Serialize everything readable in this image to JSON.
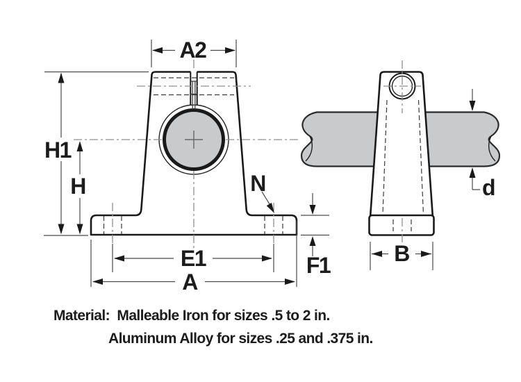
{
  "drawing": {
    "dimension_labels": {
      "a2": "A2",
      "h1": "H1",
      "h": "H",
      "n": "N",
      "e1": "E1",
      "a": "A",
      "f1": "F1",
      "b": "B",
      "d": "d"
    },
    "material_note": {
      "line1": "Material:  Malleable Iron for sizes .5 to 2 in.",
      "line2": "Aluminum Alloy for sizes .25 and .375 in."
    },
    "colors": {
      "outline": "#1a1a1a",
      "metal_fill": "#c9cacb",
      "dim_line": "#4a4a4a",
      "centerline": "#8f8f8f",
      "background": "#ffffff"
    }
  }
}
